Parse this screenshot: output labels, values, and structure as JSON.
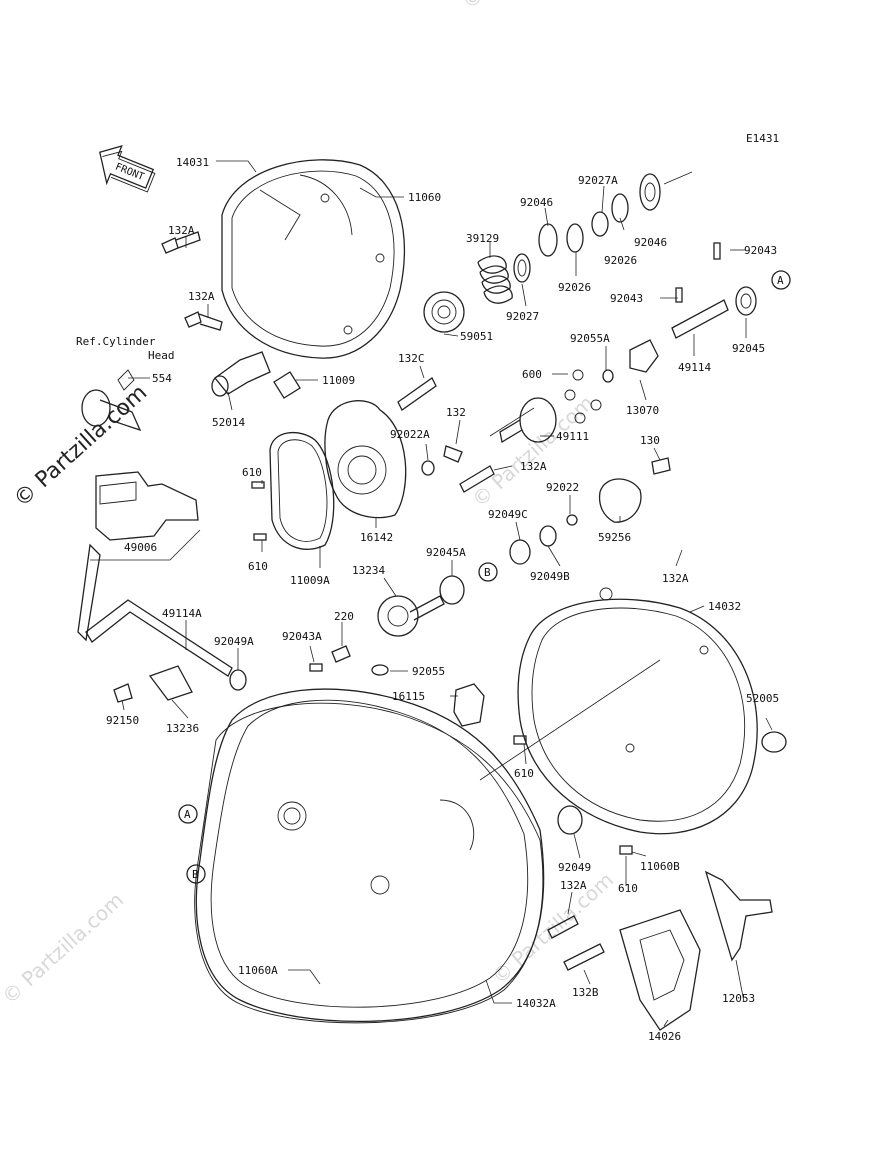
{
  "diagram_code": "E1431",
  "front_label": "FRONT",
  "ref_note": [
    "Ref.Cylinder",
    "Head"
  ],
  "watermark": "© Partzilla.com",
  "callouts": [
    "A",
    "B"
  ],
  "part_labels": [
    "14031",
    "11060",
    "132A",
    "132A",
    "39129",
    "92046",
    "92027A",
    "92046",
    "92043",
    "92026",
    "92026",
    "92027",
    "92043",
    "59051",
    "92045",
    "49114",
    "92055A",
    "600",
    "13070",
    "554",
    "132C",
    "11009",
    "52014",
    "132",
    "92022A",
    "49111",
    "130",
    "610",
    "132A",
    "92022",
    "16142",
    "92049C",
    "59256",
    "610",
    "11009A",
    "49006",
    "92045A",
    "92049B",
    "13234",
    "132A",
    "14032",
    "49114A",
    "220",
    "92049A",
    "92043A",
    "92055",
    "16115",
    "52005",
    "92150",
    "13236",
    "610",
    "92049",
    "11060B",
    "132A",
    "610",
    "11060A",
    "14032A",
    "132B",
    "12053",
    "14026"
  ]
}
